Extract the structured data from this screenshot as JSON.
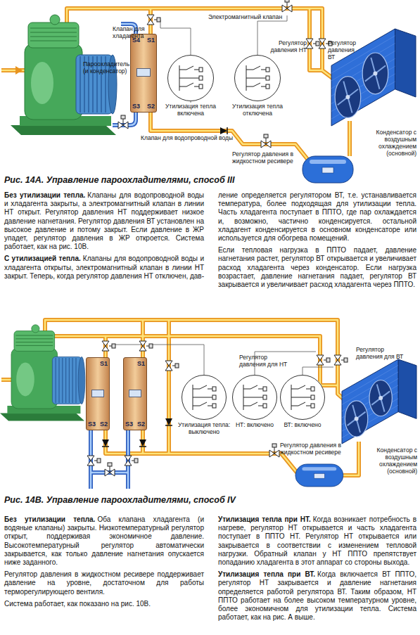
{
  "diagram": {
    "nodes": [
      {
        "text": [
          "S4",
          "S1",
          "S3",
          "S2"
        ]
      },
      {
        "text": [
          "Утилизация тепла включена"
        ]
      },
      {
        "text": [
          "Утилизация тепла отключена"
        ]
      },
      {
        "text": [
          "Конденсатор с воздушным охлаждением (основной)"
        ]
      },
      {
        "text": [
          "S1",
          "S3",
          "S2"
        ]
      },
      {
        "text": [
          "S1",
          "S3",
          "S2"
        ]
      },
      {
        "text": [
          "Утилизация тепла: выключено"
        ]
      },
      {
        "text": [
          "НТ: включено"
        ]
      },
      {
        "text": [
          "ВТ: включено"
        ]
      },
      {
        "text": [
          "Конденсатор с воздушным охлаждением (основной)"
        ]
      }
    ],
    "labels": [
      "Клапан для хладагента",
      "Электромагнитный клапан",
      "Пароохладитель (и конденсатор)",
      "Регулятор давления НТ",
      "Регулятор давления ВТ",
      "Клапан для водопроводной воды",
      "Регулятор давления в жидкостном ресивере",
      "Рис. 14А. Управление пароохладителями, способ III",
      "Без утилизации тепла.",
      "Клапаны для водопроводной воды и хладагента закрыты, а электромагнитный клапан в линии НТ открыт. Регулятор давления НТ поддерживает низкое давление нагнетания. Регулятор давления ВТ установлен на высокое давление и потому закрыт. Если давление в ЖР упадет, регулятор давления в ЖР откроется. Система работает, как на рис. 10В.",
      "С утилизацией тепла.",
      "Клапаны для водопроводной воды и хладагента открыты, электромагнитный клапан в линии НТ закрыт. Теперь, когда регулятор давления НТ отключен, дав-",
      "ление определяется регулятором ВТ, т.е. устанавливается температура, более подходящая для утилизации тепла. Часть хладагента поступает в ППТО, где пар охлаждается и, возможно, частично конденсируется. остальной хладагент конденсируется в основном конденсаторе или используется для обогрева помещений.",
      "Если тепловая нагрузка в ППТО падает, давление нагнетания растет, регулятор ВТ открывается и увеличивает расход хладагента через конденсатор. Если нагрузка возрастает, давление нагнетания падает, регулятор ВТ закрывается и увеличивает расход хладагента через ППТО.",
      "Регулятор давления для ВТ",
      "Регулятор давления для НТ",
      "Регулятор давления в жидкостном ресивере",
      "Рис. 14В. Управление пароохладителями, способ IV",
      "Без утилизации тепла.",
      "Оба клапана хладагента (и водяные клапаны) закрыты. Низкотемпературный регулятор открыт, поддерживая экономичное давление. Высокотемпературный регулятор автоматически закрывается, как только давление нагнетания опускается ниже заданного.",
      "Регулятор давления в жидкостном ресивере поддерживает давление на уровне, достаточном для работы терморегулирующего вентиля.",
      "Система работает, как показано на рис. 10В.",
      "Утилизация тепла при НТ.",
      "Когда возникает потребность в нагреве, регулятор НТ открывается и часть хладагента поступает в ППТО НТ. Регулятор НТ открывается или закрывается в соответствии с изменением тепловой нагрузки. Обратный клапан у НТ ППТО препятствует попаданию хладагента в этот аппарат со стороны выхода.",
      "Утилизация тепла при ВТ.",
      "Когда включается ВТ ППТО, регулятор НТ закрывается и давление нагнетания определяется работой регулятора ВТ. Таким образом, НТ ППТО работает на более высоком температурном уровне, более экономичном для утилизации тепла. Система работает, как на рис. А выше."
    ]
  }
}
